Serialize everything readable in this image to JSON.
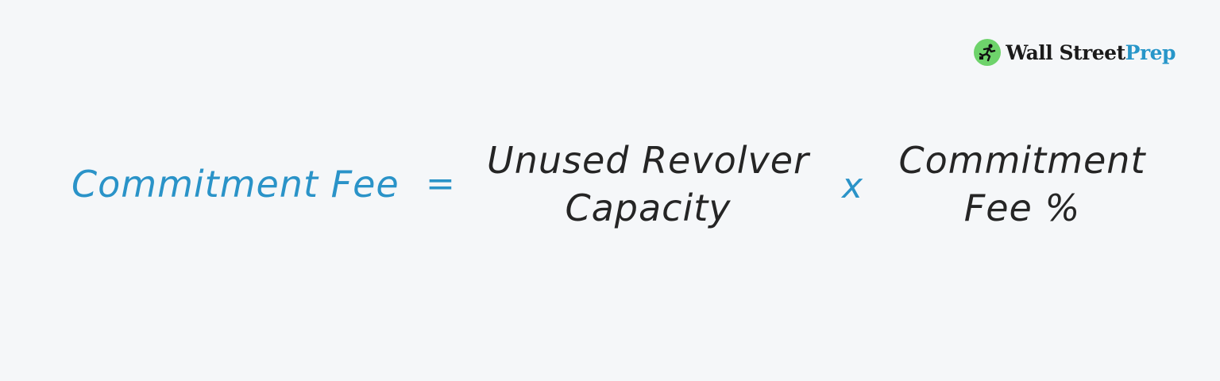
{
  "brand": {
    "logo_icon": "running-figure-icon",
    "word_dark": "Wall Street",
    "word_accent": "Prep",
    "badge_color": "#6ed36b",
    "accent_color": "#2796c9"
  },
  "formula": {
    "result": "Commitment Fee",
    "equals": "=",
    "times": "x",
    "factor1": {
      "line1": "Unused Revolver",
      "line2": "Capacity"
    },
    "factor2": {
      "line1": "Commitment",
      "line2": "Fee %"
    },
    "result_color": "#2a93c8",
    "text_color": "#252525"
  }
}
